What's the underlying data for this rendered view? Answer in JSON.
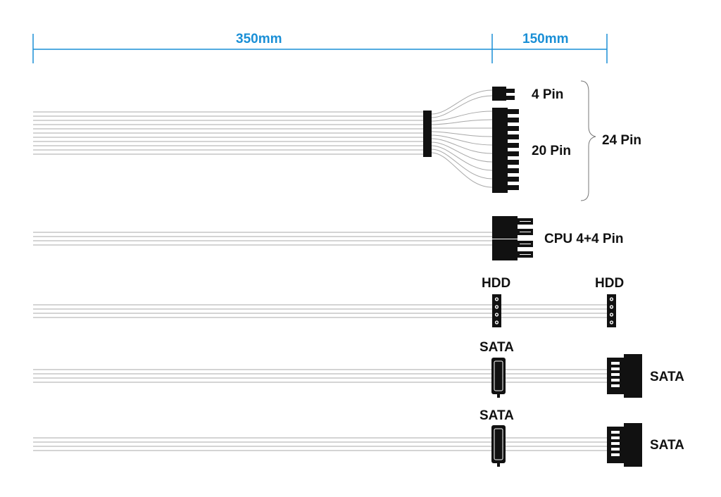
{
  "dimensions": {
    "first_segment": "350mm",
    "second_segment": "150mm",
    "color": "#1a8fd6"
  },
  "main_connector": {
    "label_4pin": "4 Pin",
    "label_20pin": "20 Pin",
    "label_total": "24 Pin"
  },
  "cpu_connector": {
    "label": "CPU 4+4 Pin"
  },
  "hdd_cable": {
    "label_first": "HDD",
    "label_second": "HDD"
  },
  "sata_cable_1": {
    "label_first": "SATA",
    "label_second": "SATA"
  },
  "sata_cable_2": {
    "label_first": "SATA",
    "label_second": "SATA"
  },
  "colors": {
    "wire": "#9a9a9a",
    "connector": "#111111"
  }
}
